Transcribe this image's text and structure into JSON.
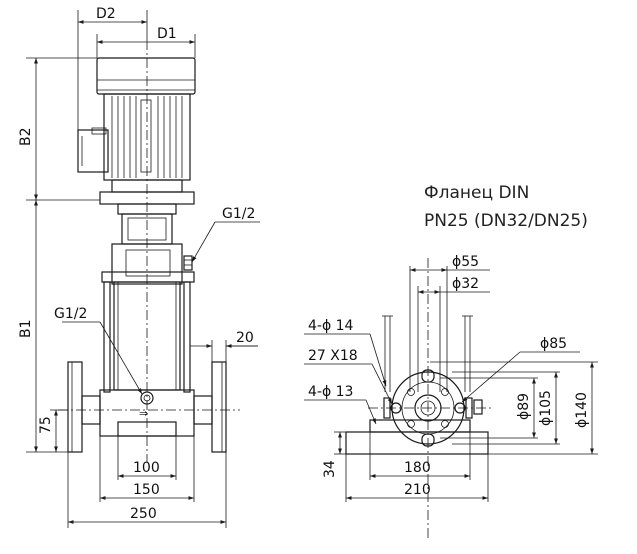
{
  "flange_title": {
    "line1": "Фланец DIN",
    "line2": "PN25 (DN32/DN25)"
  },
  "front_view": {
    "dims": {
      "d2": "D2",
      "d1": "D1",
      "b2": "B2",
      "b1": "B1",
      "port_top": "G1/2",
      "port_side": "G1/2",
      "offset": "20",
      "base_h": "75",
      "w100": "100",
      "w150": "150",
      "w250": "250"
    }
  },
  "flange_view": {
    "dims": {
      "d55": "ϕ55",
      "d32": "ϕ32",
      "holes14": "4-ϕ 14",
      "slot": "27 X18",
      "holes13": "4-ϕ 13",
      "d85": "ϕ85",
      "d89": "ϕ89",
      "d105": "ϕ105",
      "d140": "ϕ140",
      "h34": "34",
      "w180": "180",
      "w210": "210"
    }
  }
}
